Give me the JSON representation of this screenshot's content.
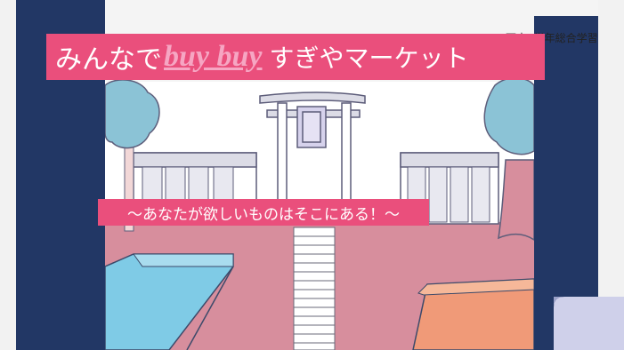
{
  "poster": {
    "class_label": "R5西中2学年総合学習",
    "title_prefix": "みんなで",
    "title_buy": "buy buy",
    "title_suffix": "すぎやマーケット",
    "subtitle": "～あなたが欲しいものはそこにある！～"
  },
  "colors": {
    "navy": "#223765",
    "pink_banner": "#ea4f7c",
    "ground_pink": "#d78e9d",
    "tree_blue": "#8bc3d6",
    "roof_blue": "#7fcbe6",
    "orange_roof": "#f09a78"
  }
}
